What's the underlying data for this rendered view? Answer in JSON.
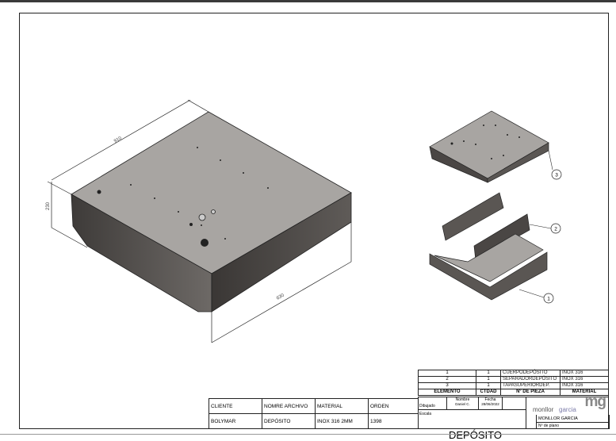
{
  "drawing": {
    "dimensions": {
      "length": "910",
      "height": "230",
      "width": "630"
    },
    "balloons": [
      "1",
      "2",
      "3"
    ]
  },
  "parts_table": {
    "rows": [
      {
        "elemento": "1",
        "ctdad": "1",
        "pieza": "CUERPODEPÓSITO",
        "material": "INOX 316"
      },
      {
        "elemento": "2",
        "ctdad": "1",
        "pieza": "SEPARADORDEPÓSITO",
        "material": "INOX 316"
      },
      {
        "elemento": "3",
        "ctdad": "1",
        "pieza": "TAPASUPERIORDEP.",
        "material": "INOX 316"
      }
    ],
    "headers": {
      "elemento": "ELEMENTO",
      "ctdad": "CTDAD",
      "pieza": "Nº DE PIEZA",
      "material": "MATERIAL"
    }
  },
  "title_block": {
    "dibujado_label": "Dibujado",
    "nombre_label": "Nombre",
    "nombre": "Daniel C.",
    "fecha_label": "Fecha",
    "fecha": "28/06/2022",
    "escala_label": "Escala",
    "title": "DEPÓSITO",
    "company": "MONLLOR GARCIA",
    "plano_label": "Nº de plano",
    "logo_mark": "mg",
    "logo_text_a": "monllor",
    "logo_text_b": "garcia"
  },
  "client_table": {
    "headers": [
      "CLIENTE",
      "NOMRE ARCHIVO",
      "MATERIAL",
      "ORDEN"
    ],
    "values": [
      "BOLYMAR",
      "DEPÓSITO",
      "INOX 316 2MM",
      "1398"
    ]
  }
}
